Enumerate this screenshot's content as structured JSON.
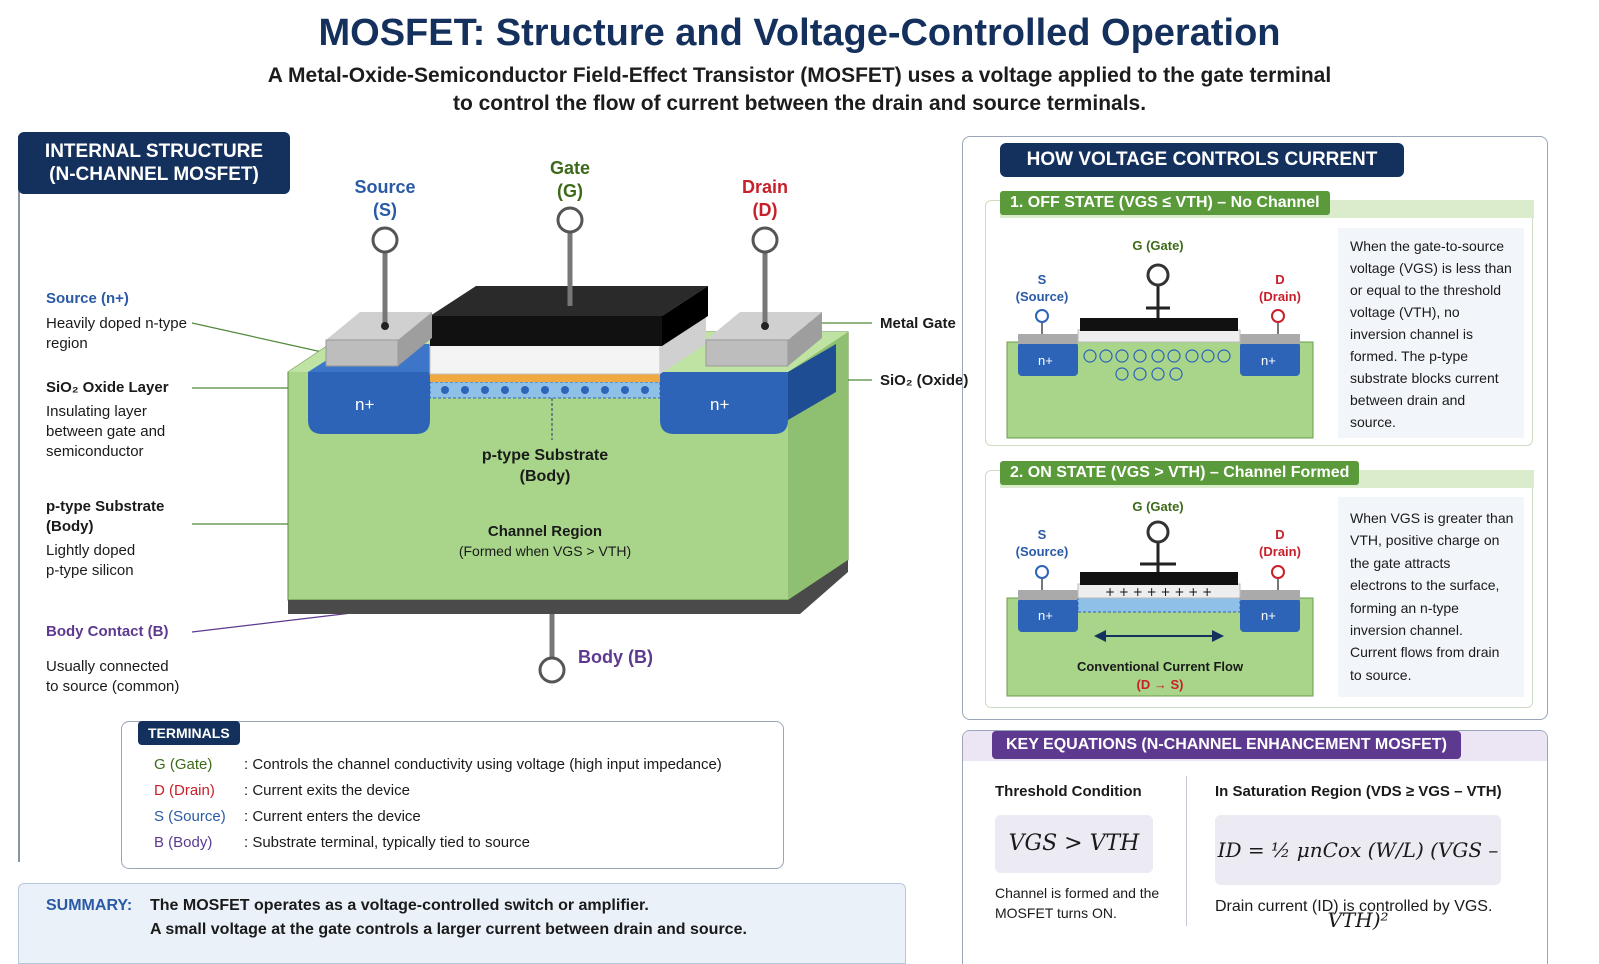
{
  "title": "MOSFET: Structure and Voltage-Controlled Operation",
  "subtitle_line1": "A Metal-Oxide-Semiconductor Field-Effect Transistor (MOSFET) uses a voltage applied to the gate terminal",
  "subtitle_line2": "to control the flow of current between the drain and source terminals.",
  "structure": {
    "header_line1": "INTERNAL STRUCTURE",
    "header_line2": "(N-CHANNEL MOSFET)",
    "source_label": "Source",
    "source_sym": "(S)",
    "gate_label": "Gate",
    "gate_sym": "(G)",
    "drain_label": "Drain",
    "drain_sym": "(D)",
    "body_label": "Body (B)",
    "metal_gate": "Metal Gate",
    "oxide": "SiO₂ (Oxide)",
    "n_plus": "n+",
    "substrate_line1": "p-type Substrate",
    "substrate_line2": "(Body)",
    "channel_title": "Channel Region",
    "channel_sub": "(Formed when VGS > VTH)",
    "left": {
      "source_title": "Source (n+)",
      "source_desc1": "Heavily doped n-type",
      "source_desc2": "region",
      "oxide_title": "SiO₂ Oxide Layer",
      "oxide_desc1": "Insulating layer",
      "oxide_desc2": "between gate and",
      "oxide_desc3": "semiconductor",
      "sub_title1": "p-type Substrate",
      "sub_title2": "(Body)",
      "sub_desc1": "Lightly doped",
      "sub_desc2": "p-type silicon",
      "body_title": "Body Contact (B)",
      "body_desc1": "Usually connected",
      "body_desc2": "to source (common)"
    }
  },
  "terminals": {
    "header": "TERMINALS",
    "rows": [
      {
        "name": "G (Gate)",
        "desc": ": Controls the channel conductivity using voltage (high input impedance)",
        "color": "#3d6a1a"
      },
      {
        "name": "D (Drain)",
        "desc": ": Current exits the device",
        "color": "#c8202a"
      },
      {
        "name": "S (Source)",
        "desc": ": Current enters the device",
        "color": "#2a5aa6"
      },
      {
        "name": "B (Body)",
        "desc": ": Substrate terminal, typically tied to source",
        "color": "#5d3a8f"
      }
    ]
  },
  "summary": {
    "label": "SUMMARY:",
    "line1": "The MOSFET operates as a voltage-controlled switch or amplifier.",
    "line2": "A small voltage at the gate controls a larger current between drain and source."
  },
  "how": {
    "header": "HOW VOLTAGE CONTROLS CURRENT",
    "off_header": "1. OFF STATE (VGS ≤ VTH) – No Channel",
    "on_header": "2. ON STATE (VGS > VTH) – Channel Formed",
    "g_label": "G (Gate)",
    "s_label": "S",
    "s_sub": "(Source)",
    "d_label": "D",
    "d_sub": "(Drain)",
    "n_plus": "n+",
    "off_text": [
      "When the gate-to-source",
      "voltage (VGS) is less than",
      "or equal to the threshold",
      "voltage (VTH), no",
      "inversion channel is",
      "formed. The p-type",
      "substrate blocks current",
      "between drain and",
      "source."
    ],
    "on_text": [
      "When VGS is greater than",
      "VTH, positive charge on",
      "the gate attracts",
      "electrons to the surface,",
      "forming an n-type",
      "inversion channel.",
      "Current flows from drain",
      "to source."
    ],
    "flow_label": "Conventional Current Flow",
    "flow_dir": "(D → S)"
  },
  "equations": {
    "header": "KEY EQUATIONS (N-CHANNEL ENHANCEMENT MOSFET)",
    "threshold_title": "Threshold Condition",
    "threshold_eq": "VGS > VTH",
    "threshold_note1": "Channel is formed and the",
    "threshold_note2": "MOSFET turns ON.",
    "sat_title": "In Saturation Region (VDS ≥ VGS – VTH)",
    "sat_eq": "ID = ½ μnCox (W/L) (VGS – VTH)²",
    "sat_note": "Drain current (ID) is controlled by VGS."
  },
  "colors": {
    "navy": "#14305c",
    "substrate": "#a8d58a",
    "n_region": "#2d64b8",
    "green_header": "#5a9a3a",
    "purple_header": "#5d3a8f"
  }
}
